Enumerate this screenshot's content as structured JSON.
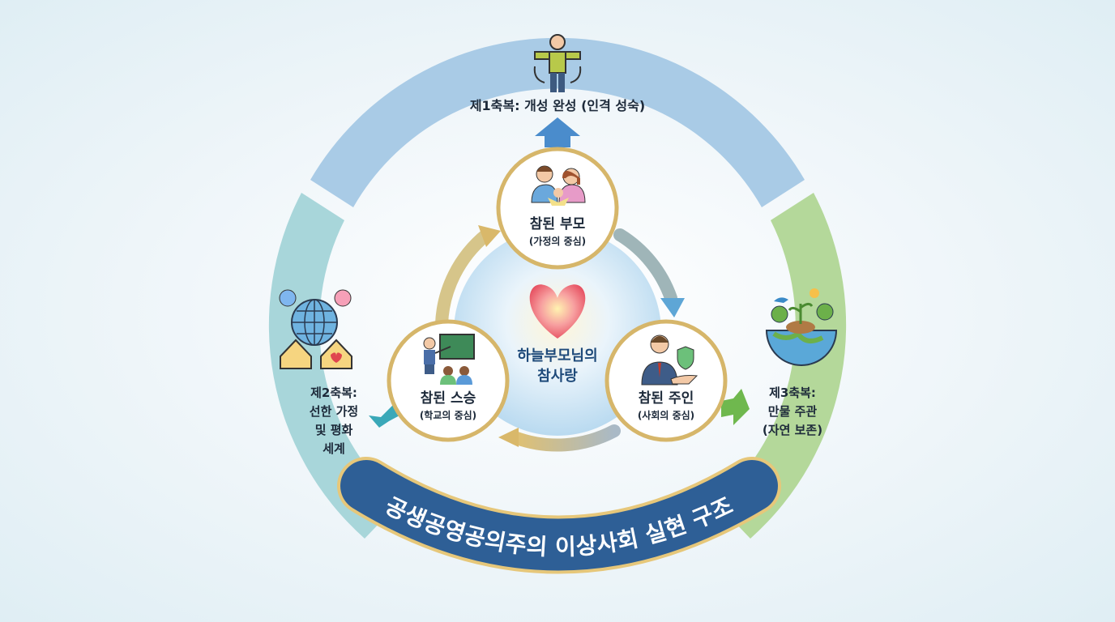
{
  "axes": {
    "top": {
      "label": "제1축복: 개성 완성 (인격 성숙)",
      "color": "#a9cbe6",
      "icon": "person-stretch-icon"
    },
    "left": {
      "lines": [
        "제2축복:",
        "선한 가정",
        "및 평화",
        "세계"
      ],
      "color": "#a8d6da",
      "icon": "globe-families-icon"
    },
    "right": {
      "lines": [
        "제3축복:",
        "만물 주관",
        "(자연 보존)"
      ],
      "color": "#b4d89a",
      "icon": "earth-nature-icon"
    }
  },
  "center": {
    "lines": [
      "하늘부모님의",
      "참사랑"
    ],
    "icon": "heart-icon"
  },
  "nodes": [
    {
      "title": "참된 부모",
      "subtitle": "(가정의 중심)",
      "icon": "family-icon"
    },
    {
      "title": "참된 스승",
      "subtitle": "(학교의 중심)",
      "icon": "teacher-icon"
    },
    {
      "title": "참된 주인",
      "subtitle": "(사회의 중심)",
      "icon": "owner-icon"
    }
  ],
  "banner": {
    "label": "공생공영공의주의 이상사회 실현 구조",
    "color": "#2e5f96"
  }
}
